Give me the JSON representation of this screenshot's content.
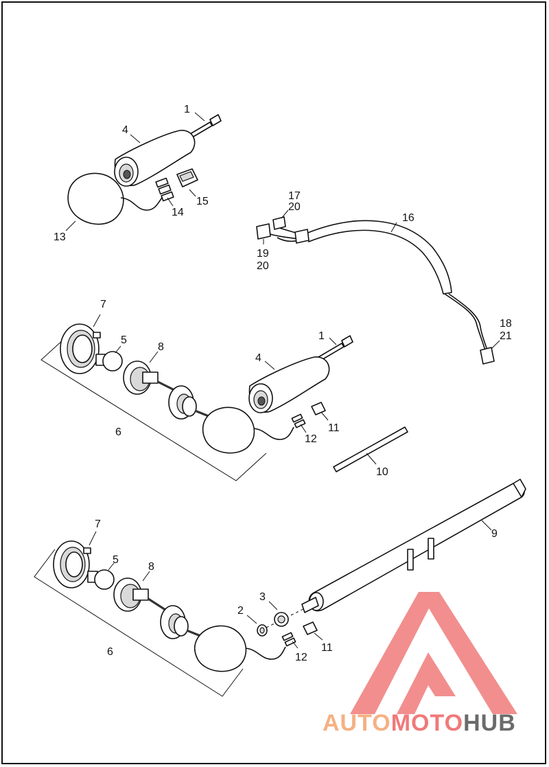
{
  "callouts": {
    "c1a": "1",
    "c4a": "4",
    "c15": "15",
    "c14": "14",
    "c13": "13",
    "c17": "17",
    "c20a": "20",
    "c16": "16",
    "c19": "19",
    "c20b": "20",
    "c18": "18",
    "c21": "21",
    "c7a": "7",
    "c5a": "5",
    "c8a": "8",
    "c1b": "1",
    "c4b": "4",
    "c6a": "6",
    "c12a": "12",
    "c11a": "11",
    "c10": "10",
    "c7b": "7",
    "c5b": "5",
    "c8b": "8",
    "c9": "9",
    "c3": "3",
    "c2": "2",
    "c6b": "6",
    "c12b": "12",
    "c11b": "11"
  },
  "watermark": {
    "part_auto": "AUTO",
    "part_moto": "MOTO",
    "part_hub": "HUB",
    "color_triangle": "#f07a7a",
    "color_auto": "#f5b183",
    "color_moto": "#f07a7a",
    "color_hub": "#6b6b6b"
  }
}
